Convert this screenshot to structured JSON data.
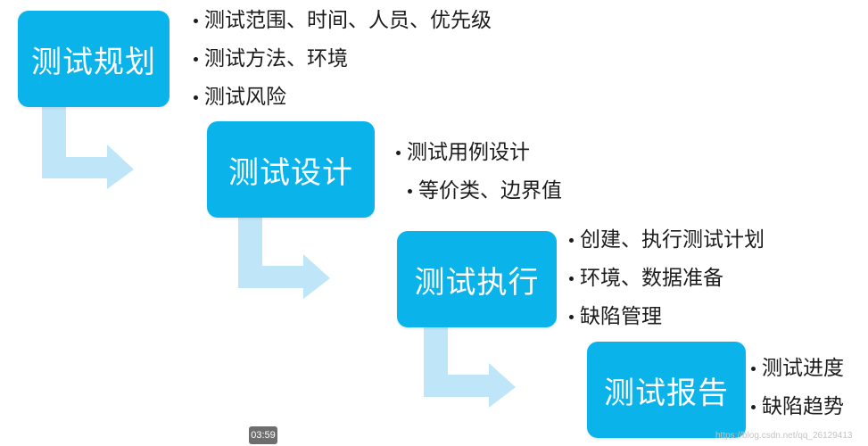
{
  "stages": [
    {
      "label": "测试规划",
      "bullets": [
        "测试范围、时间、人员、优先级",
        "测试方法、环境",
        "测试风险"
      ]
    },
    {
      "label": "测试设计",
      "bullets": [
        "测试用例设计",
        "等价类、边界值"
      ]
    },
    {
      "label": "测试执行",
      "bullets": [
        "创建、执行测试计划",
        "环境、数据准备",
        "缺陷管理"
      ]
    },
    {
      "label": "测试报告",
      "bullets": [
        "测试进度",
        "缺陷趋势"
      ]
    }
  ],
  "colors": {
    "box": "#0ab4ea",
    "arrow": "#bfe6f8",
    "text": "#1c1c1c"
  },
  "timestamp": "03:59",
  "watermark": "https://blog.csdn.net/qq_26129413"
}
